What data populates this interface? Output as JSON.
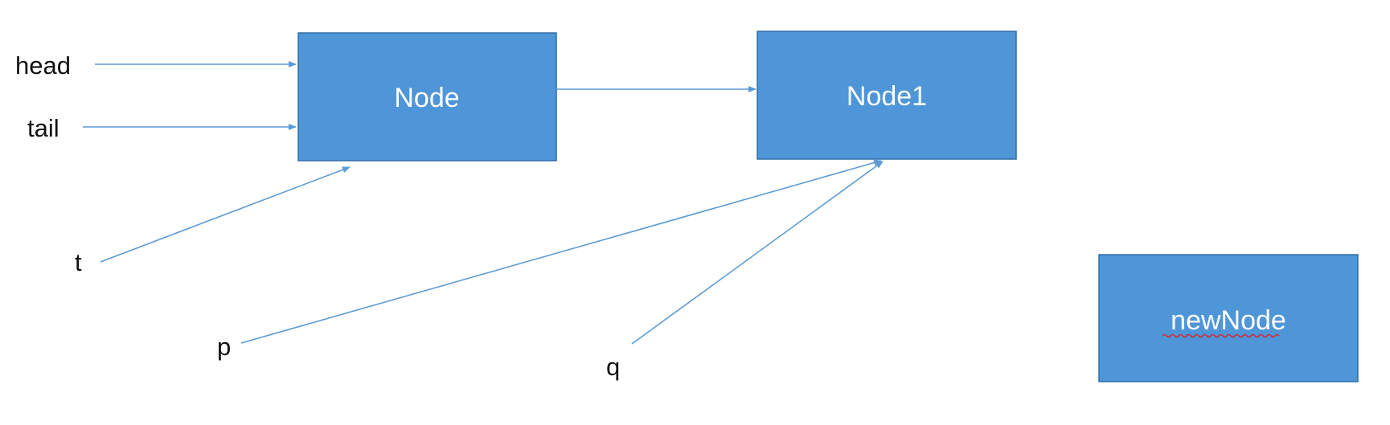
{
  "colors": {
    "node_fill": "#4f96d8",
    "node_border": "#2f6ea8",
    "arrow": "#5b9bd5",
    "label_text": "#111111",
    "node_text": "#ffffff",
    "spellcheck_underline": "#d9262c"
  },
  "nodes": {
    "node": {
      "label": "Node"
    },
    "node1": {
      "label": "Node1"
    },
    "new_node": {
      "label": "newNode"
    }
  },
  "pointers": {
    "head": {
      "label": "head"
    },
    "tail": {
      "label": "tail"
    },
    "t": {
      "label": "t"
    },
    "p": {
      "label": "p"
    },
    "q": {
      "label": "q"
    }
  },
  "edges": [
    {
      "from": "head",
      "to": "Node"
    },
    {
      "from": "tail",
      "to": "Node"
    },
    {
      "from": "t",
      "to": "Node"
    },
    {
      "from": "Node",
      "to": "Node1"
    },
    {
      "from": "p",
      "to": "Node1"
    },
    {
      "from": "q",
      "to": "Node1"
    }
  ]
}
